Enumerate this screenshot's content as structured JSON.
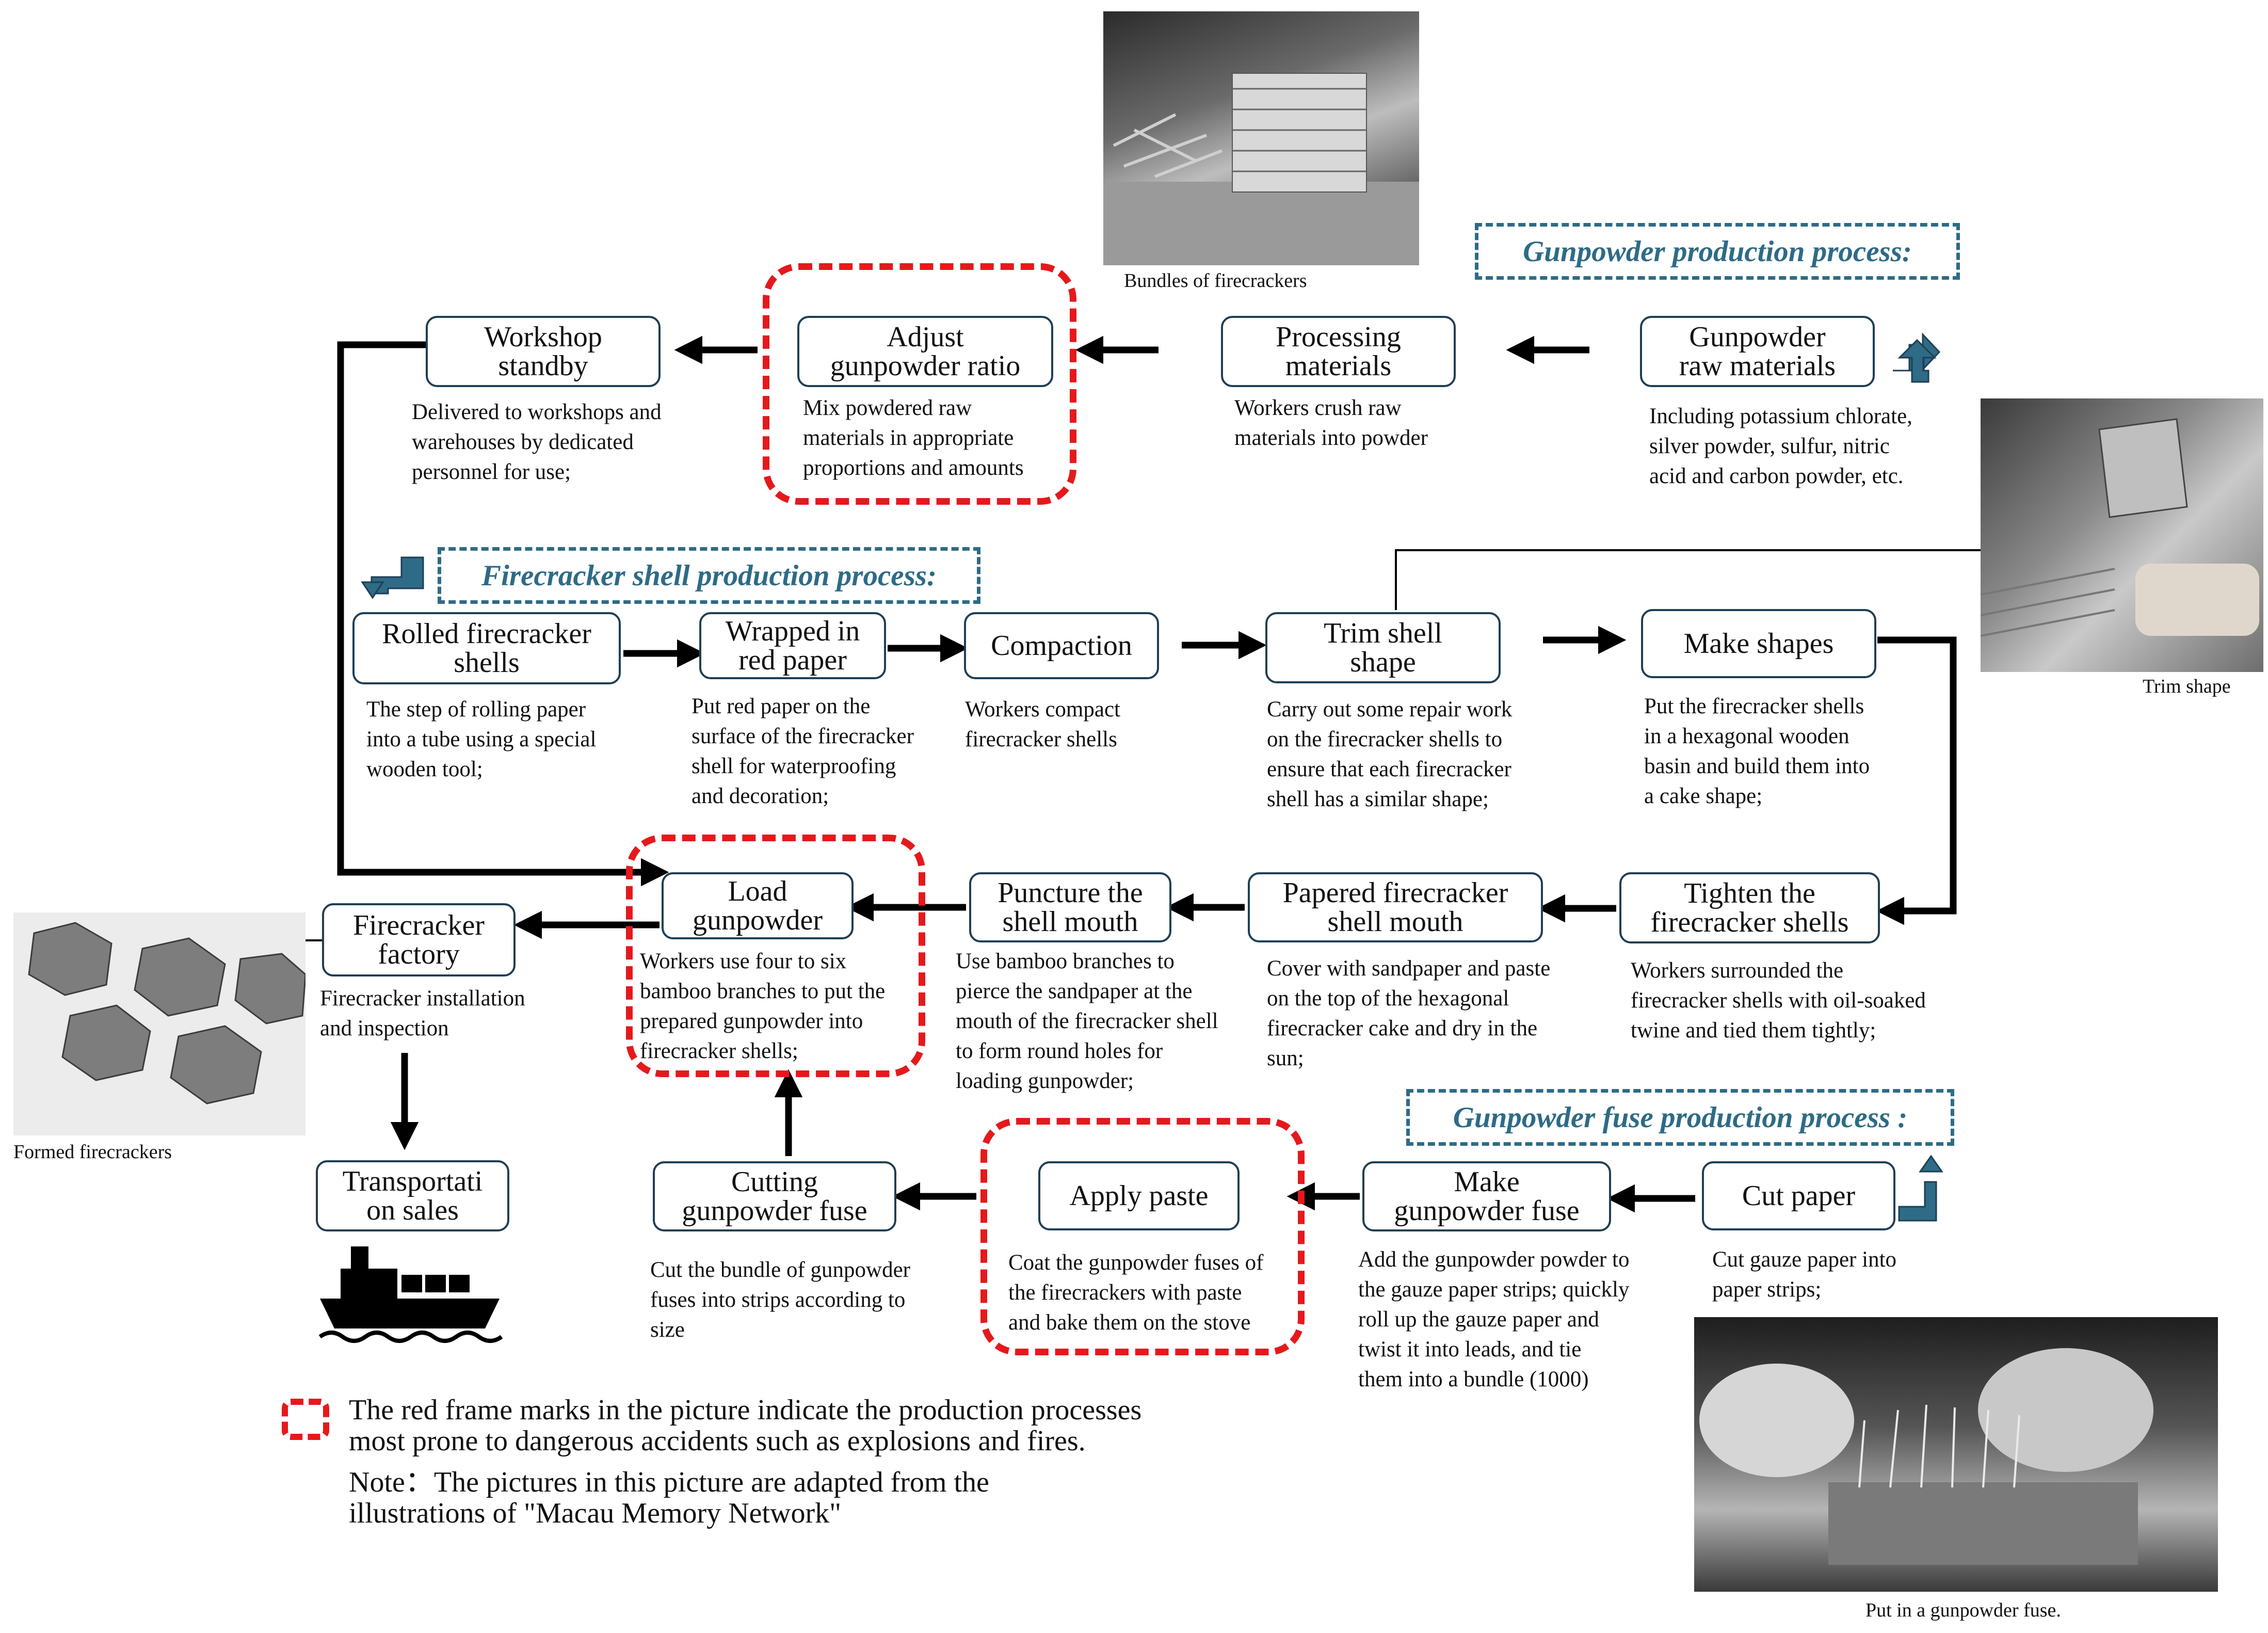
{
  "process_titles": {
    "gunpowder": "Gunpowder production process:",
    "shell": "Firecracker shell production process:",
    "fuse": "Gunpowder fuse production process :"
  },
  "nodes": {
    "workshop_standby": "Workshop\nstandby",
    "adjust_ratio": "Adjust\ngunpowder ratio",
    "processing_materials": "Processing\nmaterials",
    "gunpowder_raw": "Gunpowder\nraw materials",
    "rolled_shells": "Rolled firecracker\nshells",
    "wrapped_red": "Wrapped in\nred paper",
    "compaction": "Compaction",
    "trim_shell": "Trim shell\nshape",
    "make_shapes": "Make shapes",
    "firecracker_factory": "Firecracker\nfactory",
    "load_gunpowder": "Load\ngunpowder",
    "puncture": "Puncture the\nshell mouth",
    "papered_mouth": "Papered firecracker\nshell mouth",
    "tighten": "Tighten the\nfirecracker shells",
    "transportation": "Transportati\non sales",
    "cutting_fuse": "Cutting\ngunpowder fuse",
    "apply_paste": "Apply paste",
    "make_fuse": "Make\ngunpowder fuse",
    "cut_paper": "Cut paper"
  },
  "descriptions": {
    "workshop_standby": "Delivered to workshops and\nwarehouses by dedicated\npersonnel for use;",
    "adjust_ratio": "Mix powdered raw\nmaterials in appropriate\nproportions and amounts",
    "processing_materials": "Workers crush raw\nmaterials into powder",
    "gunpowder_raw": "Including potassium chlorate,\nsilver powder, sulfur, nitric\nacid and carbon powder, etc.",
    "rolled_shells": "The step of rolling paper\ninto a tube using a special\nwooden tool;",
    "wrapped_red": "Put red paper on the\nsurface of the firecracker\nshell for waterproofing\nand decoration;",
    "compaction": "Workers compact\nfirecracker shells",
    "trim_shell": "Carry out some repair work\non the firecracker shells to\nensure that each firecracker\nshell has a similar shape;",
    "make_shapes": "Put the firecracker shells\nin a hexagonal wooden\nbasin and build them into\na cake shape;",
    "firecracker_factory": "Firecracker installation\nand inspection",
    "load_gunpowder": "Workers use four to six\nbamboo branches to put the\nprepared gunpowder into\nfirecracker shells;",
    "puncture": "Use bamboo branches to\npierce the sandpaper at the\nmouth of the firecracker shell\nto form round holes for\nloading gunpowder;",
    "papered_mouth": "Cover with sandpaper and paste\non the top of the hexagonal\nfirecracker cake and dry in the\nsun;",
    "tighten": "Workers surrounded the\nfirecracker shells with oil-soaked\ntwine and tied them tightly;",
    "cutting_fuse": "Cut the bundle of gunpowder\nfuses into strips according to\nsize",
    "apply_paste": "Coat the gunpowder fuses of\nthe firecrackers with paste\nand bake them on the stove",
    "make_fuse": "Add the gunpowder powder to\nthe gauze paper strips; quickly\nroll up the gauze paper and\ntwist it into leads, and tie\nthem into a bundle (1000)",
    "cut_paper": "Cut gauze paper into\npaper strips;"
  },
  "captions": {
    "bundles": "Bundles of firecrackers",
    "trim_shape": "Trim shape",
    "formed": "Formed firecrackers",
    "fuse_photo": "Put in a gunpowder fuse."
  },
  "legend": {
    "danger_text": "The red frame marks in the picture indicate the production processes\nmost prone to dangerous accidents such as explosions and fires.",
    "note_text": "Note：The pictures in this picture are adapted from the\nillustrations of \"Macau Memory Network\""
  },
  "colors": {
    "node_border": "#1f3f55",
    "danger_red": "#e5191c",
    "title_blue": "#2e6b86",
    "arrow": "#000000"
  },
  "icons": [
    "turn-arrow-icon",
    "ship-icon"
  ]
}
